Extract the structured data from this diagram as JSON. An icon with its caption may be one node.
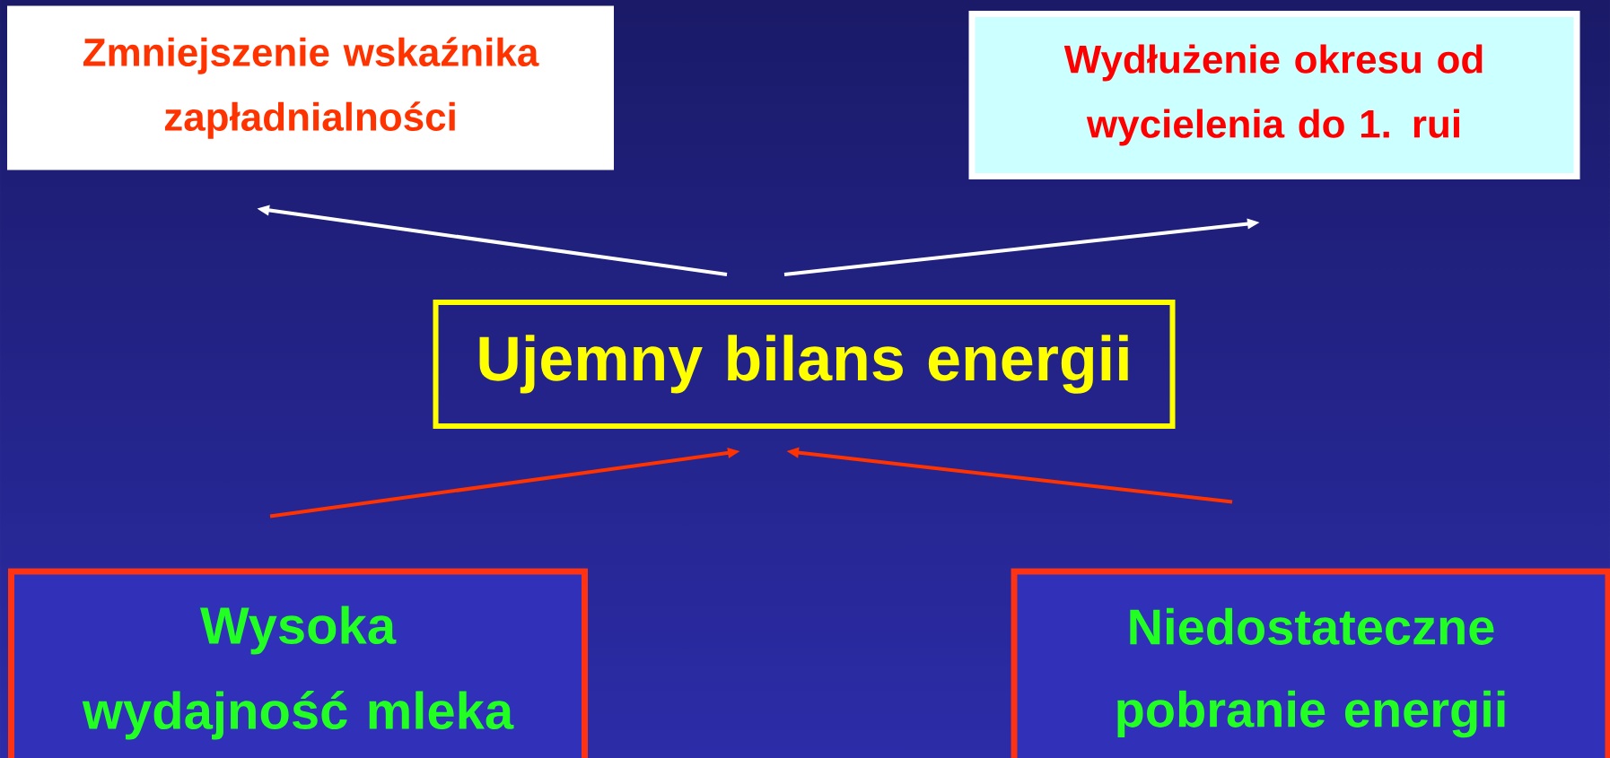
{
  "diagram": {
    "nodes": [
      {
        "text": [
          "Zmniejszenie wskaźnika zapładnialności"
        ]
      },
      {
        "text": [
          "Wydłużenie okresu od wycielenia do 1. rui"
        ]
      },
      {
        "text": [
          "Ujemny bilans energii"
        ]
      },
      {
        "text": [
          "Wysoka wydajność mleka"
        ]
      },
      {
        "text": [
          "Niedostateczne pobranie energii"
        ]
      }
    ],
    "edges": [
      {
        "from": 2,
        "to": 0,
        "arrow": "to",
        "color": "#ffffff"
      },
      {
        "from": 2,
        "to": 1,
        "arrow": "to",
        "color": "#ffffff"
      },
      {
        "from": 3,
        "to": 2,
        "arrow": "to",
        "color": "#ff3300"
      },
      {
        "from": 4,
        "to": 2,
        "arrow": "to",
        "color": "#ff3300"
      }
    ]
  }
}
